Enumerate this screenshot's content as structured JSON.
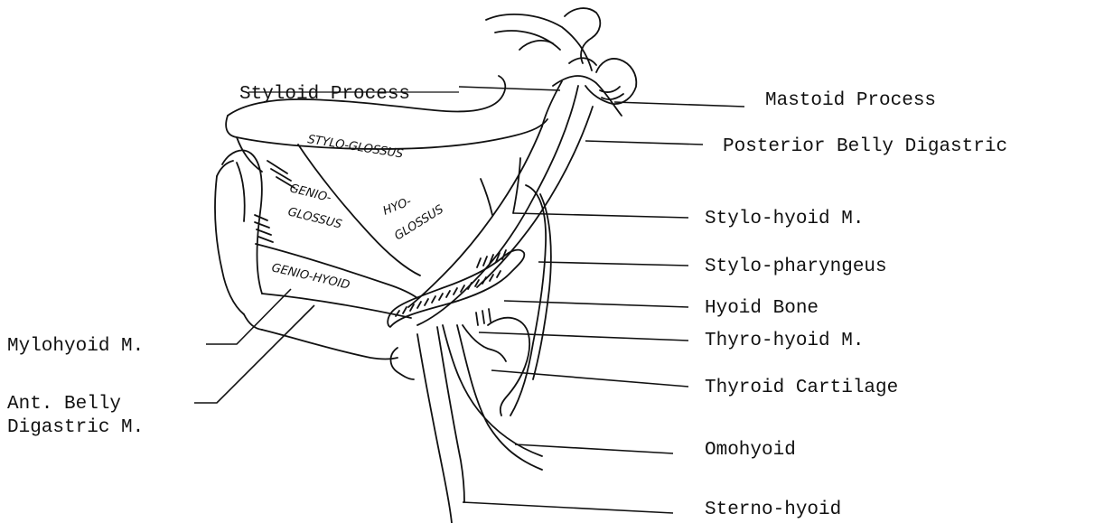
{
  "labels": {
    "styloid_process": "Styloid Process",
    "mastoid_process": "Mastoid Process",
    "posterior_belly_digastric": "Posterior Belly Digastric",
    "stylo_hyoid": "Stylo-hyoid M.",
    "stylo_pharyngeus": "Stylo-pharyngeus",
    "hyoid_bone": "Hyoid Bone",
    "thyro_hyoid": "Thyro-hyoid M.",
    "thyroid_cartilage": "Thyroid Cartilage",
    "omohyoid": "Omohyoid",
    "sterno_hyoid": "Sterno-hyoid",
    "mylohyoid": "Mylohyoid M.",
    "ant_belly_digastric_line1": "Ant. Belly",
    "ant_belly_digastric_line2": "Digastric M."
  },
  "handwritten": {
    "stylo_glossus": "STYLO-GLOSSUS",
    "genio_glossus_line1": "GENIO-",
    "genio_glossus_line2": "GLOSSUS",
    "hyo_glossus_line1": "HYO-",
    "hyo_glossus_line2": "GLOSSUS",
    "genio_hyoid": "GENIO-HYOID"
  },
  "colors": {
    "ink": "#111111",
    "paper": "#ffffff"
  }
}
